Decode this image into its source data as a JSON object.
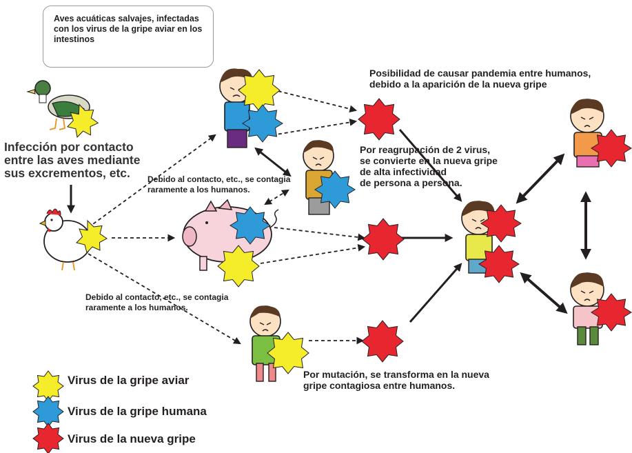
{
  "note": "Aves acuáticas salvajes, infectadas\ncon los virus de la gripe aviar en los\nintestinos",
  "infeccion": "Infección por contacto\nentre las aves mediante\nsus excrementos, etc.",
  "contagio_cerdo": "Debido al contacto, etc., se contagia\nraramente a los humanos.",
  "contagio_humano": "Debido al contacto, etc., se contagia\nraramente a los humanos.",
  "pandemia": "Posibilidad de causar pandemia entre humanos,\ndebido a la aparición de la nueva gripe",
  "reagrupacion": "Por reagrupación de 2 virus,\nse convierte en la nueva gripe\nde alta infectividad\nde persona a persona.",
  "mutacion": "Por mutación, se transforma en la nueva\ngripe contagiosa entre humanos.",
  "legend": [
    {
      "label": "Virus de la gripe aviar",
      "color": "#f5ec2a"
    },
    {
      "label": "Virus de la gripe humana",
      "color": "#2e9ad8"
    },
    {
      "label": "Virus de la nueva gripe",
      "color": "#e8262f"
    }
  ]
}
